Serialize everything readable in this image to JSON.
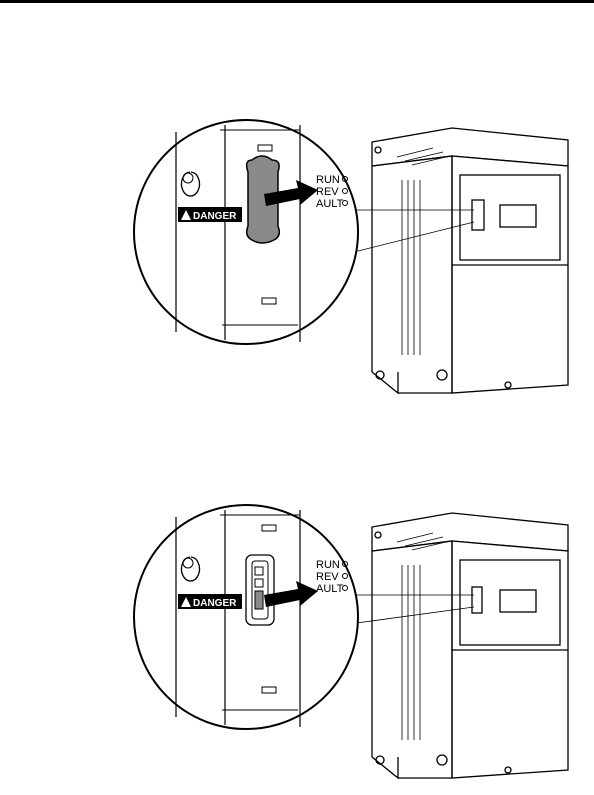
{
  "figures": [
    {
      "warning_label": "DANGER",
      "led_labels": [
        "RUN",
        "REV",
        "AULT"
      ]
    },
    {
      "warning_label": "DANGER",
      "led_labels": [
        "RUN",
        "REV",
        "AULT"
      ]
    }
  ]
}
